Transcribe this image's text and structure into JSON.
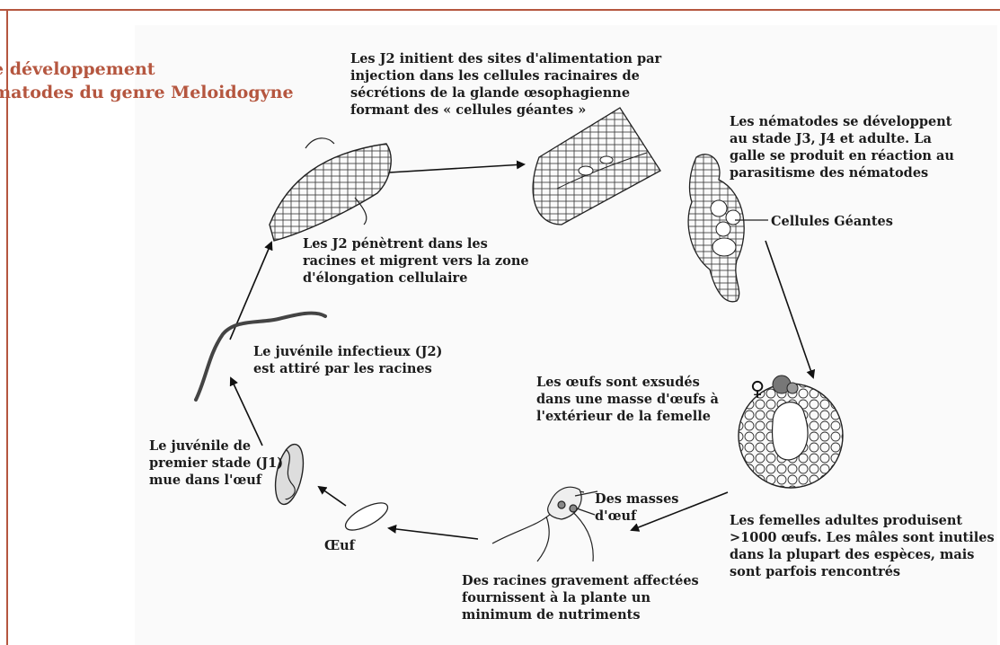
{
  "title": {
    "line1": "e développement",
    "line2": "matodes du genre Meloidogyne"
  },
  "labels": {
    "feeding_sites": [
      "Les J2 initient des sites d'alimentation par",
      "injection dans les cellules racinaires de",
      "sécrétions de la glande œsophagienne",
      "formant des « cellules géantes »"
    ],
    "develop": [
      "Les nématodes se développent",
      "au stade J3, J4 et adulte. La",
      "galle se produit en réaction au",
      "parasitisme des nématodes"
    ],
    "giant_cells": "Cellules Géantes",
    "penetrate": [
      "Les J2 pénètrent dans les",
      "racines et migrent vers la zone",
      "d'élongation cellulaire"
    ],
    "infective": [
      "Le juvénile infectieux (J2)",
      "est attiré par les racines"
    ],
    "eggs_exuded": [
      "Les œufs sont exsudés",
      "dans une masse d'œufs à",
      "l'extérieur de la femelle"
    ],
    "first_stage": [
      "Le juvénile de",
      "premier stade (J1)",
      "mue dans l'œuf"
    ],
    "egg": "Œuf",
    "egg_masses": [
      "Des masses",
      "d'œuf"
    ],
    "females": [
      "Les femelles adultes produisent",
      ">1000 œufs. Les mâles sont inutiles",
      "dans la plupart des espèces, mais",
      "sont parfois rencontrés"
    ],
    "roots_affected": [
      "Des racines gravement affectées",
      "fournissent à la plante un",
      "minimum de nutriments"
    ],
    "female_symbol": "♀"
  }
}
